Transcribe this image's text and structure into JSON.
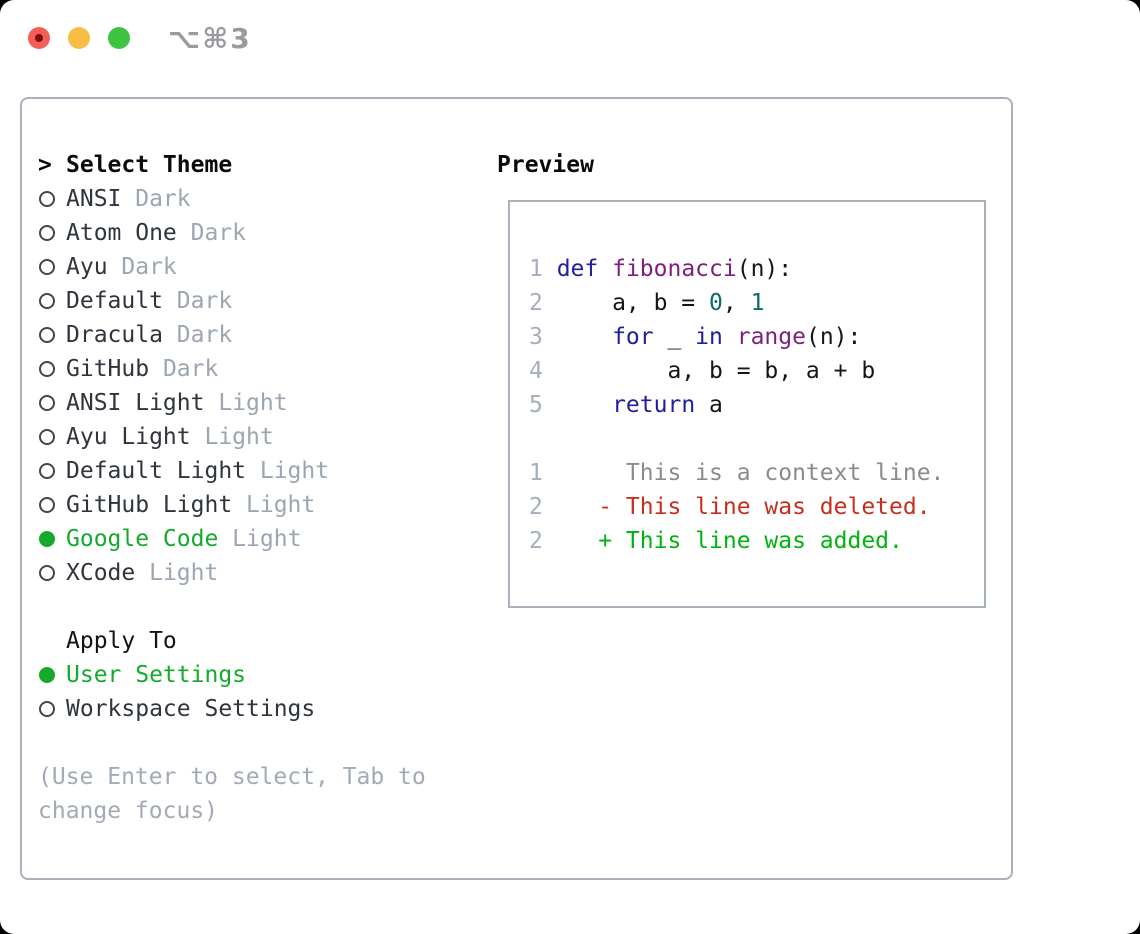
{
  "titlebar": {
    "title": "⌥⌘3"
  },
  "panel": {
    "list": {
      "prompt": ">",
      "header": "Select Theme",
      "themes": [
        {
          "name": "ANSI",
          "variant": "Dark",
          "selected": false
        },
        {
          "name": "Atom One",
          "variant": "Dark",
          "selected": false
        },
        {
          "name": "Ayu",
          "variant": "Dark",
          "selected": false
        },
        {
          "name": "Default",
          "variant": "Dark",
          "selected": false
        },
        {
          "name": "Dracula",
          "variant": "Dark",
          "selected": false
        },
        {
          "name": "GitHub",
          "variant": "Dark",
          "selected": false
        },
        {
          "name": "ANSI Light",
          "variant": "Light",
          "selected": false
        },
        {
          "name": "Ayu Light",
          "variant": "Light",
          "selected": false
        },
        {
          "name": "Default Light",
          "variant": "Light",
          "selected": false
        },
        {
          "name": "GitHub Light",
          "variant": "Light",
          "selected": false
        },
        {
          "name": "Google Code",
          "variant": "Light",
          "selected": true
        },
        {
          "name": "XCode",
          "variant": "Light",
          "selected": false
        }
      ]
    },
    "apply_to": {
      "header": "Apply To",
      "options": [
        {
          "label": "User Settings",
          "selected": true
        },
        {
          "label": "Workspace Settings",
          "selected": false
        }
      ]
    },
    "help": "(Use Enter to select, Tab to change focus)",
    "preview": {
      "header": "Preview",
      "lines": [
        {
          "num": "1",
          "tokens": [
            {
              "c": "kwd",
              "t": "def"
            },
            {
              "c": "pln",
              "t": " "
            },
            {
              "c": "typ",
              "t": "fibonacci"
            },
            {
              "c": "pln",
              "t": "(n):"
            }
          ]
        },
        {
          "num": "2",
          "tokens": [
            {
              "c": "pln",
              "t": "    a, b = "
            },
            {
              "c": "lit",
              "t": "0"
            },
            {
              "c": "pln",
              "t": ", "
            },
            {
              "c": "lit",
              "t": "1"
            }
          ]
        },
        {
          "num": "3",
          "tokens": [
            {
              "c": "pln",
              "t": "    "
            },
            {
              "c": "kwd",
              "t": "for"
            },
            {
              "c": "pln",
              "t": " _ "
            },
            {
              "c": "kwd",
              "t": "in"
            },
            {
              "c": "pln",
              "t": " "
            },
            {
              "c": "typ",
              "t": "range"
            },
            {
              "c": "pln",
              "t": "(n):"
            }
          ]
        },
        {
          "num": "4",
          "tokens": [
            {
              "c": "pln",
              "t": "        a, b = b, a + b"
            }
          ]
        },
        {
          "num": "5",
          "tokens": [
            {
              "c": "pln",
              "t": "    "
            },
            {
              "c": "kwd",
              "t": "return"
            },
            {
              "c": "pln",
              "t": " a"
            }
          ]
        },
        {
          "num": "",
          "tokens": []
        },
        {
          "num": "1",
          "tokens": [
            {
              "c": "ctx",
              "t": "     This is a context line."
            }
          ]
        },
        {
          "num": "2",
          "tokens": [
            {
              "c": "del",
              "t": "   - This line was deleted."
            }
          ]
        },
        {
          "num": "2",
          "tokens": [
            {
              "c": "add",
              "t": "   + This line was added."
            }
          ]
        }
      ]
    }
  },
  "colors": {
    "accent_green": "#16a92c",
    "added_green": "#00b410",
    "deleted_red": "#c5301d",
    "keyword_blue": "#20209d",
    "type_purple": "#7d1f7d",
    "literal_teal": "#0a6b6b",
    "muted_gray": "#9ba6b2",
    "border_gray": "#a9b1bc",
    "traffic_red": "#f35f57",
    "traffic_yellow": "#f8bd45",
    "traffic_green": "#3ec443"
  }
}
